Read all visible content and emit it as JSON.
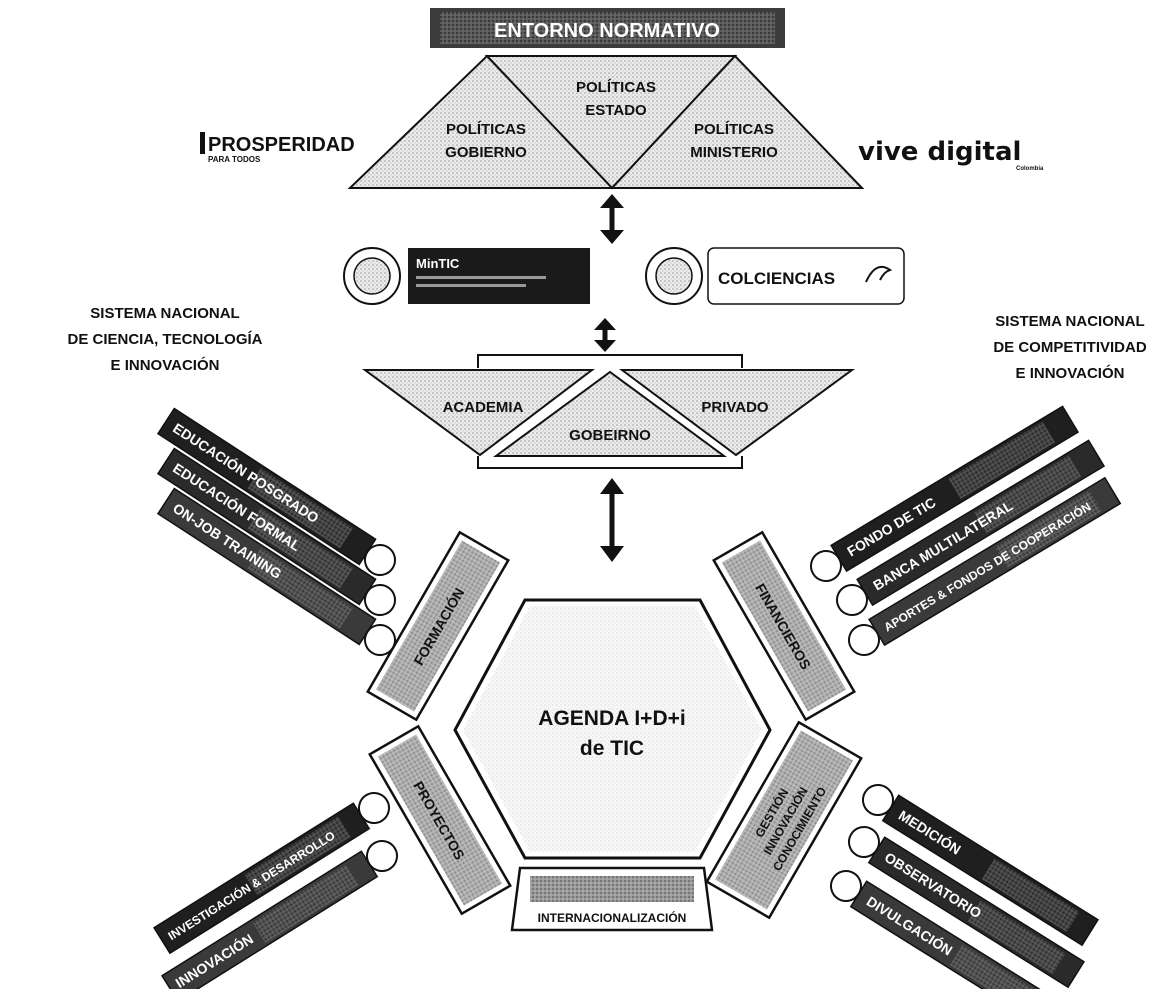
{
  "header": {
    "title": "ENTORNO NORMATIVO"
  },
  "triangles": {
    "left": "POLÍTICAS GOBIERNO",
    "left_l1": "POLÍTICAS",
    "left_l2": "GOBIERNO",
    "center_l1": "POLÍTICAS",
    "center_l2": "ESTADO",
    "right_l1": "POLÍTICAS",
    "right_l2": "MINISTERIO"
  },
  "logos": {
    "prosperidad": "PROSPERIDAD",
    "prosperidad_sub": "PARA TODOS",
    "vive_digital": "vive digital",
    "vive_digital_sub": "Colombia",
    "mintic": "MinTIC",
    "colciencias": "COLCIENCIAS"
  },
  "systems": {
    "left": [
      "SISTEMA NACIONAL",
      "DE CIENCIA, TECNOLOGÍA",
      "E INNOVACIÓN"
    ],
    "right": [
      "SISTEMA NACIONAL",
      "DE COMPETITIVIDAD",
      "E INNOVACIÓN"
    ]
  },
  "actors": {
    "academia": "ACADEMIA",
    "gobierno": "GOBEIRNO",
    "privado": "PRIVADO"
  },
  "center": {
    "line1": "AGENDA I+D+i",
    "line2": "de TIC"
  },
  "pillars": {
    "formacion": "FORMACIÓN",
    "financieros": "FINANCIEROS",
    "proyectos": "PROYECTOS",
    "gestion_l1": "GESTIÓN",
    "gestion_l2": "INNOVACIÓN",
    "gestion_l3": "CONOCIMIENTO",
    "internacionalizacion": "INTERNACIONALIZACIÓN"
  },
  "bars": {
    "formacion": [
      "EDUCACIÓN POSGRADO",
      "EDUCACIÓN FORMAL",
      "ON-JOB TRAINING"
    ],
    "financieros": [
      "FONDO DE TIC",
      "BANCA MULTILATERAL",
      "APORTES & FONDOS DE COOPERACIÓN"
    ],
    "proyectos": [
      "INVESTIGACIÓN & DESARROLLO",
      "INNOVACIÓN"
    ],
    "gestion": [
      "MEDICIÓN",
      "OBSERVATORIO",
      "DIVULGACIÓN"
    ]
  },
  "colors": {
    "ink": "#111111",
    "bar_dark": "#1f1f1f",
    "bar_mid": "#3a3a3a",
    "fill_light": "#d9d9d9",
    "fill_mid": "#bdbdbd"
  }
}
